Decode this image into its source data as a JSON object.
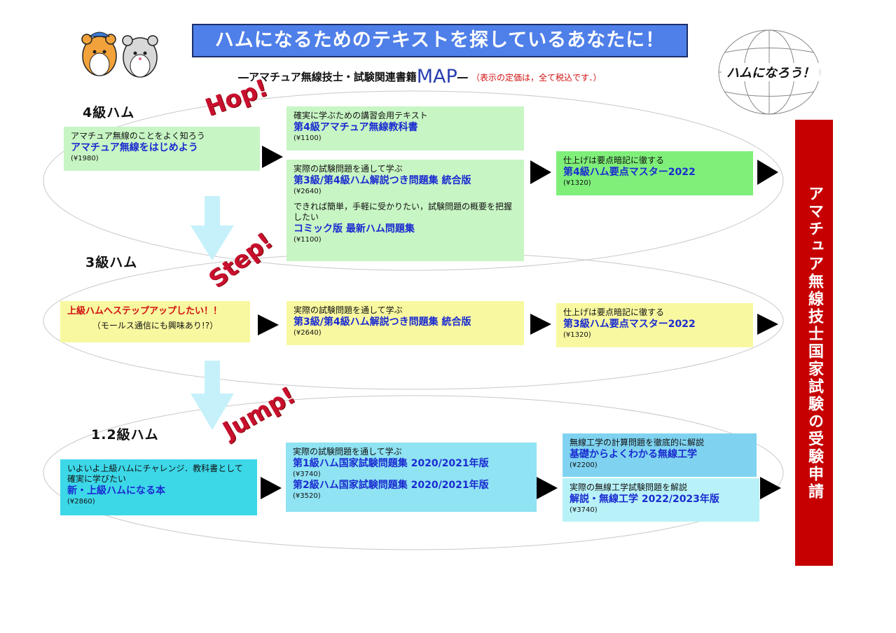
{
  "header": {
    "title": "ハムになるためのテキストを探しているあなたに！",
    "subtitle_prefix": "―アマチュア無線技士・試験関連書籍",
    "subtitle_map": "MAP",
    "subtitle_dash": "―",
    "price_note": "（表示の定価は，全て税込です．）",
    "globe_label": "ハムになろう！"
  },
  "stickers": {
    "hop": "Hop!",
    "step": "Step!",
    "jump": "Jump!"
  },
  "levels": {
    "l4": "4級ハム",
    "l3": "3級ハム",
    "l12": "1.2級ハム"
  },
  "side_banner": "アマチュア無線技士国家試験の受験申請",
  "sections": {
    "hop": {
      "intro": {
        "desc": "アマチュア無線のことをよく知ろう",
        "title": "アマチュア無線をはじめよう",
        "price": "(¥1980)"
      },
      "text1": {
        "desc": "確実に学ぶための講習会用テキスト",
        "title": "第4級アマチュア無線教科書",
        "price": "(¥1100)"
      },
      "text2": {
        "desc": "実際の試験問題を通して学ぶ",
        "title": "第3級/第4級ハム解説つき問題集 統合版",
        "price": "(¥2640)"
      },
      "text3": {
        "desc": "できれば簡単，手軽に受かりたい，試験問題の概要を把握したい",
        "title": "コミック版 最新ハム問題集",
        "price": "(¥1100)"
      },
      "final": {
        "desc": "仕上げは要点暗記に徹する",
        "title": "第4級ハム要点マスター2022",
        "price": "(¥1320)"
      }
    },
    "step": {
      "intro": {
        "title": "上級ハムへステップアップしたい！！",
        "desc": "（モールス通信にも興味あり!?）"
      },
      "text1": {
        "desc": "実際の試験問題を通して学ぶ",
        "title": "第3級/第4級ハム解説つき問題集 統合版",
        "price": "(¥2640)"
      },
      "final": {
        "desc": "仕上げは要点暗記に徹する",
        "title": "第3級ハム要点マスター2022",
        "price": "(¥1320)"
      }
    },
    "jump": {
      "intro": {
        "desc": "いよいよ上級ハムにチャレンジ．教科書として確実に学びたい",
        "title": "新・上級ハムになる本",
        "price": "(¥2860)"
      },
      "text1": {
        "desc": "実際の試験問題を通して学ぶ",
        "title1": "第1級ハム国家試験問題集 2020/2021年版",
        "price1": "(¥3740)",
        "title2": "第2級ハム国家試験問題集 2020/2021年版",
        "price2": "(¥3520)"
      },
      "calc": {
        "desc": "無線工学の計算問題を徹底的に解説",
        "title": "基礎からよくわかる無線工学",
        "price": "(¥2200)"
      },
      "exam": {
        "desc": "実際の無線工学試験問題を解説",
        "title": "解説・無線工学 2022/2023年版",
        "price": "(¥3740)"
      }
    }
  },
  "colors": {
    "title_bg": "#4f7fe8",
    "banner": "#c60000",
    "accent_text": "#1a2bd0",
    "sticker": "#c8102e"
  }
}
